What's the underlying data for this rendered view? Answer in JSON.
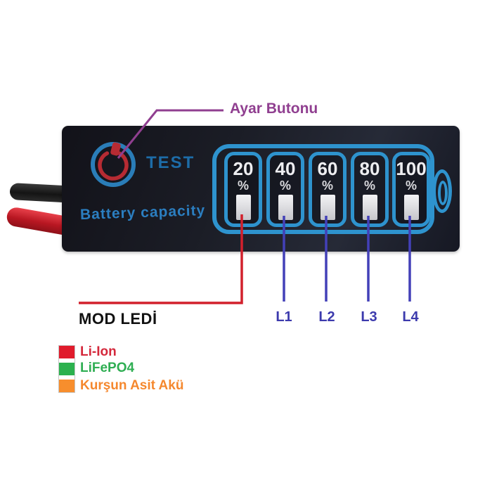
{
  "callouts": {
    "ayar_butonu": "Ayar Butonu",
    "mod_ledi": "MOD LEDİ",
    "led_labels": [
      "L1",
      "L2",
      "L3",
      "L4"
    ]
  },
  "board": {
    "test_label": "TEST",
    "battery_capacity_label": "Battery capacity",
    "gauge": {
      "segments": [
        {
          "value": "20",
          "unit": "%"
        },
        {
          "value": "40",
          "unit": "%"
        },
        {
          "value": "60",
          "unit": "%"
        },
        {
          "value": "80",
          "unit": "%"
        },
        {
          "value": "100",
          "unit": "%"
        }
      ]
    }
  },
  "legend": {
    "items": [
      {
        "label": "Li-Ion",
        "color": "#e01b2c"
      },
      {
        "label": "LiFePO4",
        "color": "#2cb14e"
      },
      {
        "label": "Kurşun Asit Akü",
        "color": "#f78e2d"
      }
    ]
  },
  "colors": {
    "print_blue": "#2e93ce",
    "test_blue": "#1d6ca8",
    "power_icon_red": "#b62b33",
    "callout_purple": "#903f90",
    "callout_red": "#d2202c",
    "callout_blue": "#4340b8",
    "board_dark": "#1b1d26"
  }
}
